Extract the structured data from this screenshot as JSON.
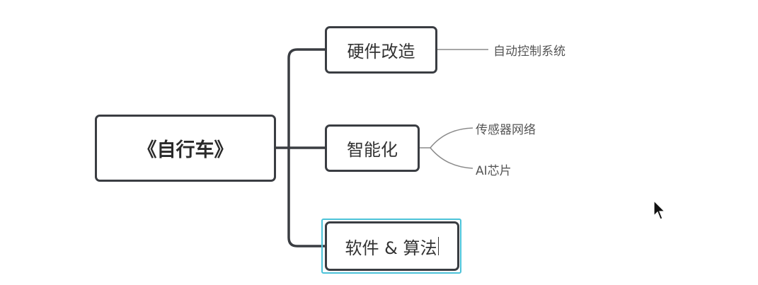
{
  "mindmap": {
    "root": {
      "label": "《自行车》"
    },
    "branches": [
      {
        "label": "硬件改造",
        "children": [
          "自动控制系统"
        ]
      },
      {
        "label": "智能化",
        "children": [
          "传感器网络",
          "AI芯片"
        ]
      },
      {
        "label": "软件 & 算法",
        "children": [],
        "selected": true,
        "editing": true
      }
    ]
  },
  "colors": {
    "node_border": "#3a3d42",
    "connector_main": "#3a3d42",
    "connector_leaf": "#8a8a8a",
    "selection": "#4cc3d9",
    "leaf_text": "#555555"
  },
  "cursor": {
    "icon": "mouse-pointer-icon"
  }
}
